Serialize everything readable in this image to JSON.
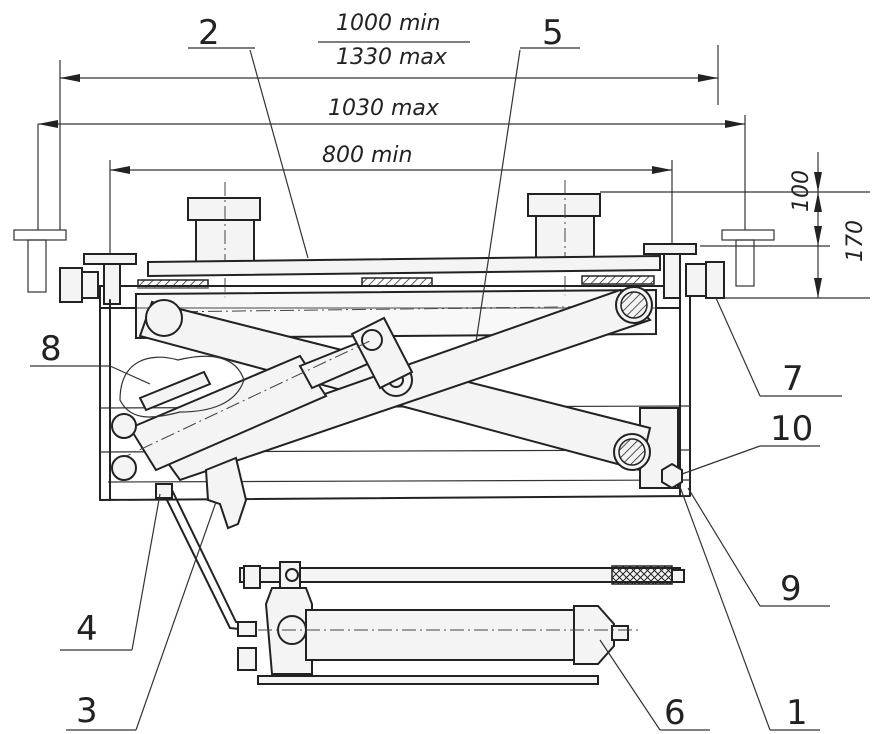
{
  "dimensions": {
    "top_min": "1000 min",
    "top_max": "1330 max",
    "mid_max": "1030 max",
    "inner_min": "800 min",
    "height_100": "100",
    "height_170": "170"
  },
  "callouts": [
    "1",
    "2",
    "3",
    "4",
    "5",
    "6",
    "7",
    "8",
    "9",
    "10"
  ]
}
